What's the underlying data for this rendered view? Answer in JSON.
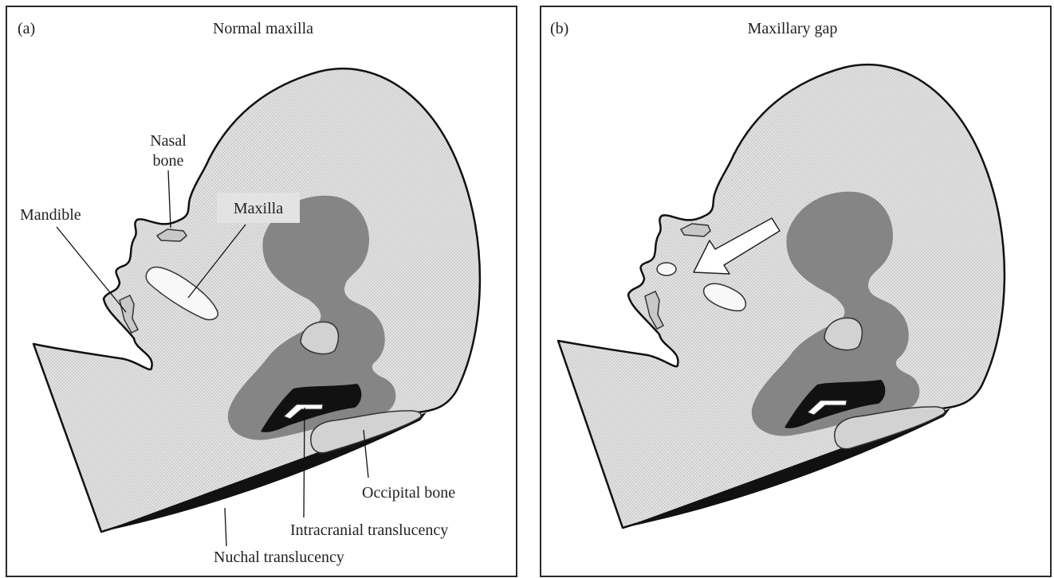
{
  "panels": [
    {
      "letter": "(a)",
      "title": "Normal maxilla",
      "labels": {
        "nasal_bone_line1": "Nasal",
        "nasal_bone_line2": "bone",
        "mandible": "Mandible",
        "maxilla": "Maxilla",
        "occipital_bone": "Occipital bone",
        "intracranial_translucency": "Intracranial translucency",
        "nuchal_translucency": "Nuchal translucency"
      }
    },
    {
      "letter": "(b)",
      "title": "Maxillary gap"
    }
  ],
  "colors": {
    "skin_fill": "#dcdcdc",
    "brain": "#858585",
    "bone": "#d2d2d2",
    "maxilla": "#f8f8f8",
    "dark": "#111111"
  }
}
